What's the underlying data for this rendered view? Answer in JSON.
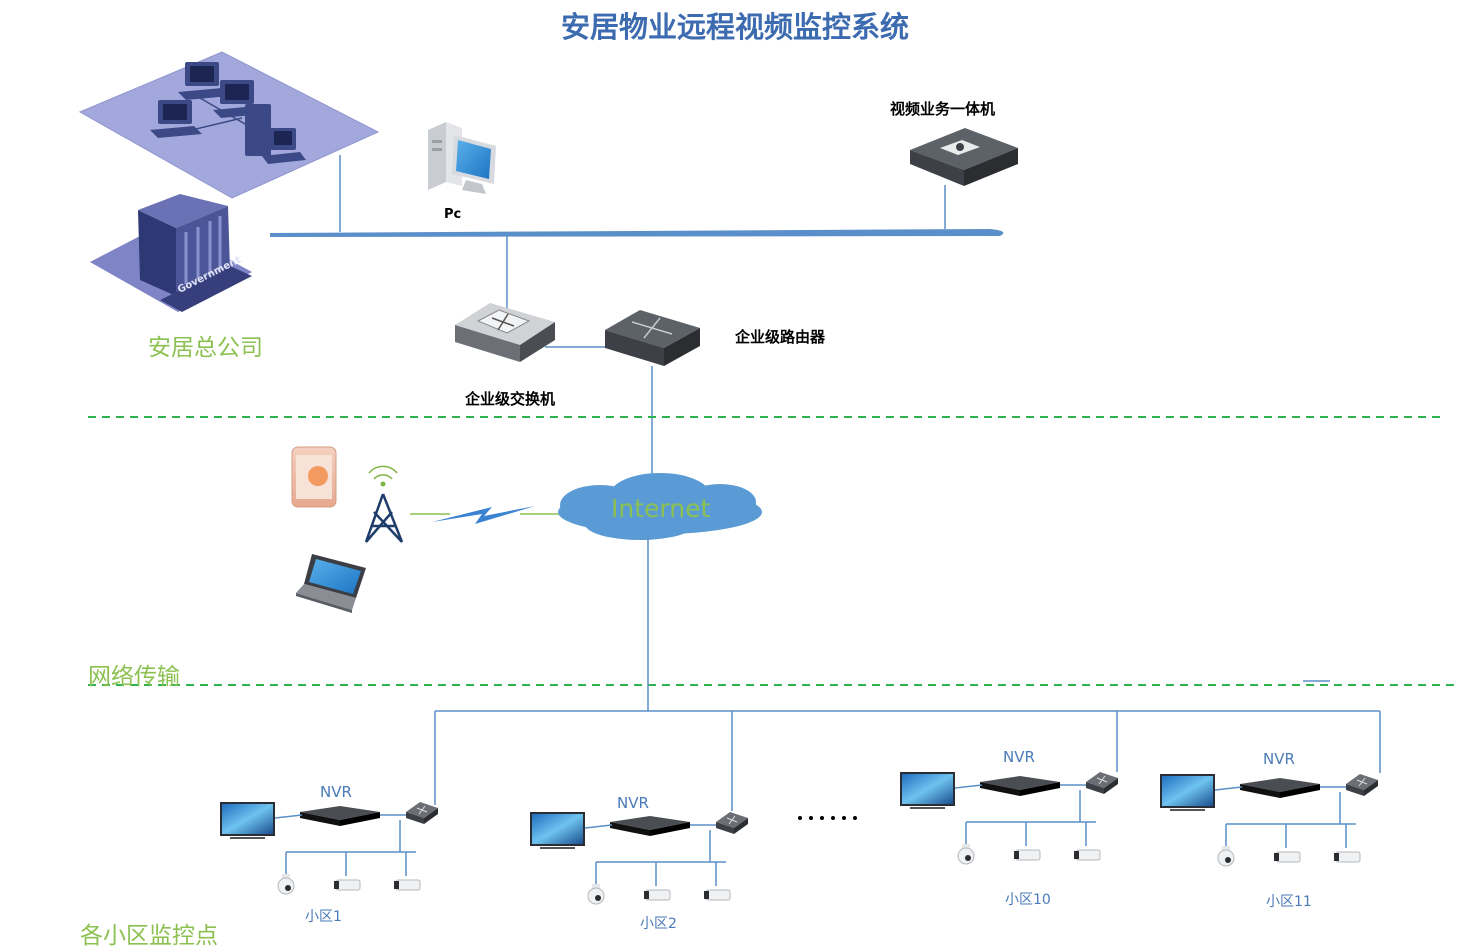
{
  "title": "安居物业远程视频监控系统",
  "zones": {
    "hq": "安居总公司",
    "network": "网络传输",
    "sites": "各小区监控点"
  },
  "hq_devices": {
    "pc": "Pc",
    "video_server": "视频业务一体机",
    "switch": "企业级交换机",
    "router": "企业级路由器",
    "government_tag": "Government"
  },
  "network": {
    "cloud": "Internet"
  },
  "sites": [
    {
      "name": "小区1",
      "nvr": "NVR"
    },
    {
      "name": "小区2",
      "nvr": "NVR"
    },
    {
      "name": "小区10",
      "nvr": "NVR"
    },
    {
      "name": "小区11",
      "nvr": "NVR"
    }
  ],
  "ellipsis": "……",
  "colors": {
    "title": "#3d6bb0",
    "zone_label": "#8cc152",
    "line": "#5b8fc9",
    "divider": "#2fb34f",
    "cloud": "#5b9bd5",
    "cloud_text": "#8cc152"
  }
}
